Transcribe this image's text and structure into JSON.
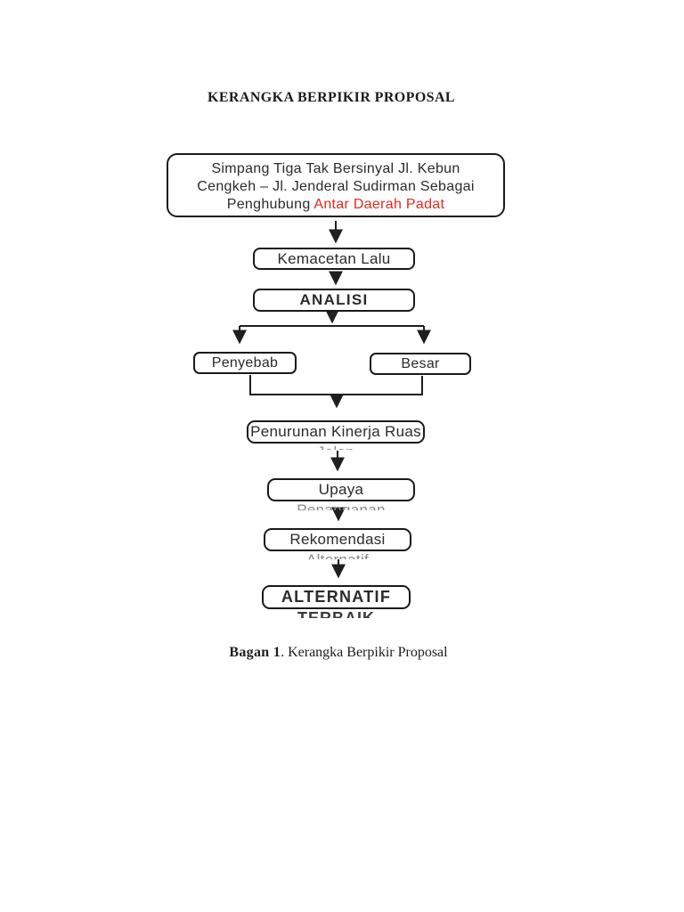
{
  "document": {
    "title": "KERANGKA BERPIKIR PROPOSAL",
    "caption": {
      "label": "Bagan 1",
      "text": ". Kerangka Berpikir Proposal"
    }
  },
  "colors": {
    "highlight_red": "#e8281e",
    "ink": "#1f1f1f"
  },
  "flowchart": {
    "top_box": {
      "line1": "Simpang Tiga Tak Bersinyal Jl. Kebun",
      "line2": "Cengkeh – Jl. Jenderal Sudirman Sebagai",
      "line3_prefix": "Penghubung ",
      "line3_highlight": "Antar Daerah Padat"
    },
    "nodes": {
      "kemacetan": {
        "label": "Kemacetan Lalu"
      },
      "analisi": {
        "label": "ANALISI"
      },
      "penyebab": {
        "label": "Penyebab"
      },
      "besar": {
        "label": "Besar"
      },
      "penurunan": {
        "label": "Penurunan Kinerja Ruas",
        "overflow": "Jalan"
      },
      "upaya": {
        "label": "Upaya",
        "overflow": "Penanganan"
      },
      "rekomendasi": {
        "label": "Rekomendasi",
        "overflow": "Alternatif"
      },
      "alternatif": {
        "label": "ALTERNATIF",
        "overflow": "TERBAIK"
      }
    }
  }
}
